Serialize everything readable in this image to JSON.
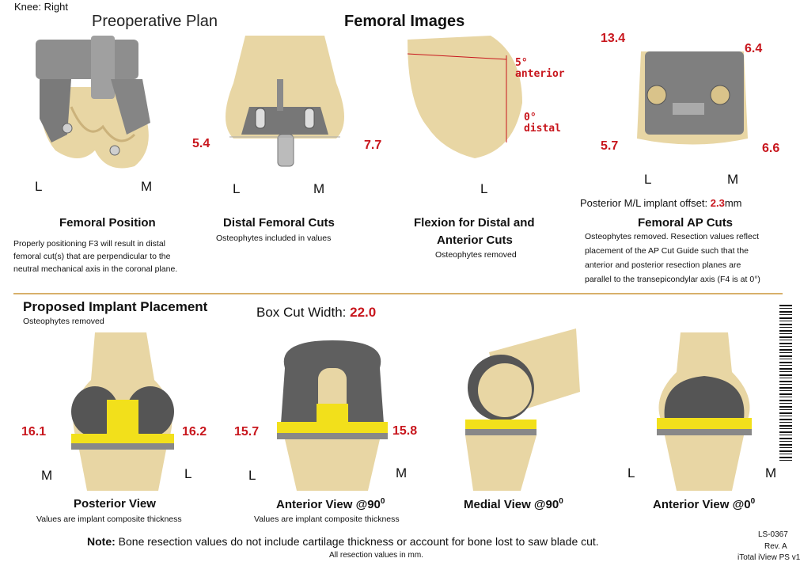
{
  "header": {
    "knee": "Knee: Right",
    "preop_plan": "Preoperative Plan",
    "section_title": "Femoral Images"
  },
  "top": {
    "position": {
      "title": "Femoral Position",
      "desc": [
        "Properly positioning F3 will result in distal",
        "femoral cut(s) that are perpendicular to the",
        "neutral mechanical axis in the coronal plane."
      ],
      "label_l": "L",
      "label_m": "M"
    },
    "distal": {
      "title": "Distal Femoral Cuts",
      "sub": "Osteophytes included in values",
      "left_value": "5.4",
      "right_value": "7.7",
      "label_l": "L",
      "label_m": "M"
    },
    "flexion": {
      "title_line1": "Flexion for Distal and",
      "title_line2": "Anterior Cuts",
      "sub": "Osteophytes removed",
      "anterior_deg": "5°",
      "anterior_label": "anterior",
      "distal_deg": "0°",
      "distal_label": "distal",
      "label_l": "L"
    },
    "ap": {
      "title": "Femoral AP Cuts",
      "desc": [
        "Osteophytes removed. Resection values reflect",
        "placement of the AP Cut Guide such that the",
        "anterior and posterior resection planes are",
        "parallel to the transepicondylar axis (F4 is at 0°)"
      ],
      "top_left": "13.4",
      "top_right": "6.4",
      "bottom_left": "5.7",
      "bottom_right": "6.6",
      "label_l": "L",
      "label_m": "M",
      "offset_label": "Posterior M/L implant offset:",
      "offset_value": "2.3",
      "offset_unit": "mm"
    }
  },
  "bottom": {
    "title": "Proposed Implant Placement",
    "sub": "Osteophytes removed",
    "box_cut_label": "Box Cut Width:",
    "box_cut_value": "22.0",
    "posterior": {
      "title": "Posterior View",
      "sub": "Values are implant composite thickness",
      "left_value": "16.1",
      "right_value": "16.2",
      "label_left": "M",
      "label_right": "L"
    },
    "anterior90": {
      "title": "Anterior View @90",
      "sup": "0",
      "sub": "Values are implant composite thickness",
      "left_value": "15.7",
      "right_value": "15.8",
      "label_left": "L",
      "label_right": "M"
    },
    "medial90": {
      "title": "Medial View @90",
      "sup": "0"
    },
    "anterior0": {
      "title": "Anterior View @0",
      "sup": "0",
      "label_left": "L",
      "label_right": "M"
    }
  },
  "footer": {
    "note_bold": "Note:",
    "note_text": "Bone resection values do not include cartilage thickness or account for bone lost to saw blade cut.",
    "all_values": "All resection values in mm.",
    "doc_id": "LS-0367",
    "rev": "Rev. A",
    "app": "iTotal iView PS v1"
  },
  "colors": {
    "bone": "#e8d6a4",
    "implant": "#6b6b6b",
    "insert": "#f2e01b",
    "value_red": "#c8161d",
    "divider": "#d8b06a"
  }
}
